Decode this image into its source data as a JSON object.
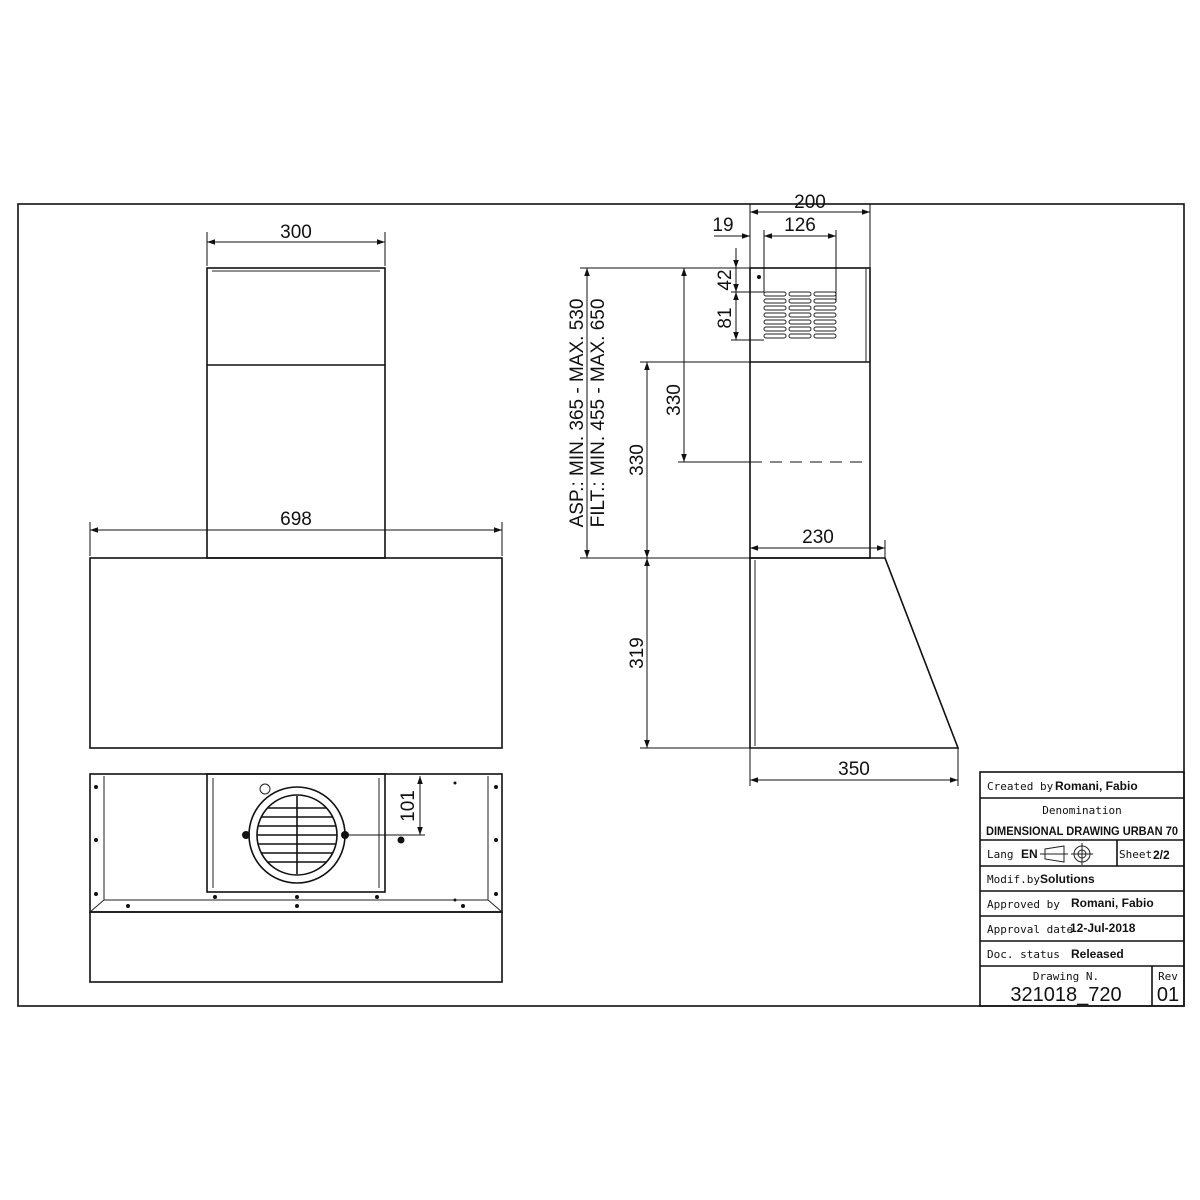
{
  "dimensions": {
    "front_chimney_width": "300",
    "front_hood_width": "698",
    "side_top_width": "200",
    "side_offset": "19",
    "side_vent_width": "126",
    "side_vent_top": "42",
    "side_vent_height": "81",
    "side_height_asp": "ASP.: MIN. 365 - MAX. 530",
    "side_height_filt": "FILT.: MIN. 455 - MAX. 650",
    "side_lower_chimney": "330",
    "side_upper_chimney": "330",
    "side_hood_top_depth": "230",
    "side_hood_height": "319",
    "side_hood_depth": "350",
    "bottom_outlet_offset": "101"
  },
  "title_block": {
    "created_by_label": "Created by",
    "created_by": "Romani, Fabio",
    "denomination_label": "Denomination",
    "denomination": "DIMENSIONAL DRAWING URBAN 70",
    "lang_label": "Lang",
    "lang": "EN",
    "sheet_label": "Sheet",
    "sheet": "2/2",
    "modif_label": "Modif.by",
    "modif_by": "Solutions",
    "approved_label": "Approved by",
    "approved_by": "Romani, Fabio",
    "approval_date_label": "Approval date",
    "approval_date": "12-Jul-2018",
    "status_label": "Doc. status",
    "status": "Released",
    "drawing_label": "Drawing N.",
    "drawing_number": "321018_720",
    "rev_label": "Rev",
    "rev": "01"
  }
}
